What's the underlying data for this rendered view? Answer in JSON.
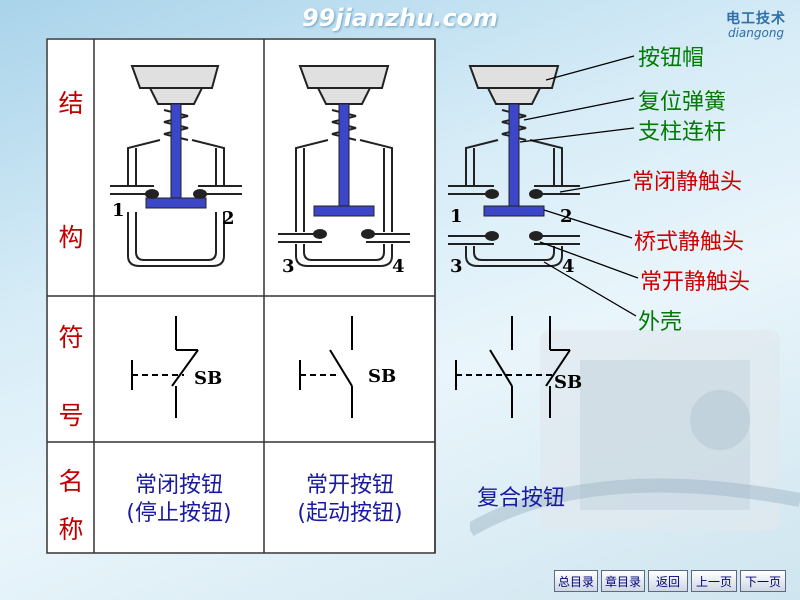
{
  "site_watermark": "99jianzhu.com",
  "brand": {
    "cn": "电工技术",
    "en": "diangong"
  },
  "row_labels": {
    "structure": [
      "结",
      "构"
    ],
    "symbol": [
      "符",
      "号"
    ],
    "name": [
      "名",
      "称"
    ]
  },
  "callouts": {
    "button_cap": "按钮帽",
    "return_spring": "复位弹簧",
    "support_rod": "支柱连杆",
    "nc_static_contact": "常闭静触头",
    "bridge_contact": "桥式静触头",
    "no_static_contact": "常开静触头",
    "housing": "外壳"
  },
  "terminals": {
    "t1": "1",
    "t2": "2",
    "t3": "3",
    "t4": "4"
  },
  "symbol_label": "SB",
  "names": {
    "nc": {
      "line1": "常闭按钮",
      "line2": "(停止按钮)"
    },
    "no": {
      "line1": "常开按钮",
      "line2": "(起动按钮)"
    },
    "combo": {
      "line1": "复合按钮"
    }
  },
  "nav": {
    "main_toc": "总目录",
    "chapter_toc": "章目录",
    "back": "返回",
    "prev": "上一页",
    "next": "下一页"
  },
  "colors": {
    "rod": "#3b46c8",
    "label_red": "#c00000",
    "label_green": "#007a00",
    "name_blue": "#1a1aa0"
  }
}
